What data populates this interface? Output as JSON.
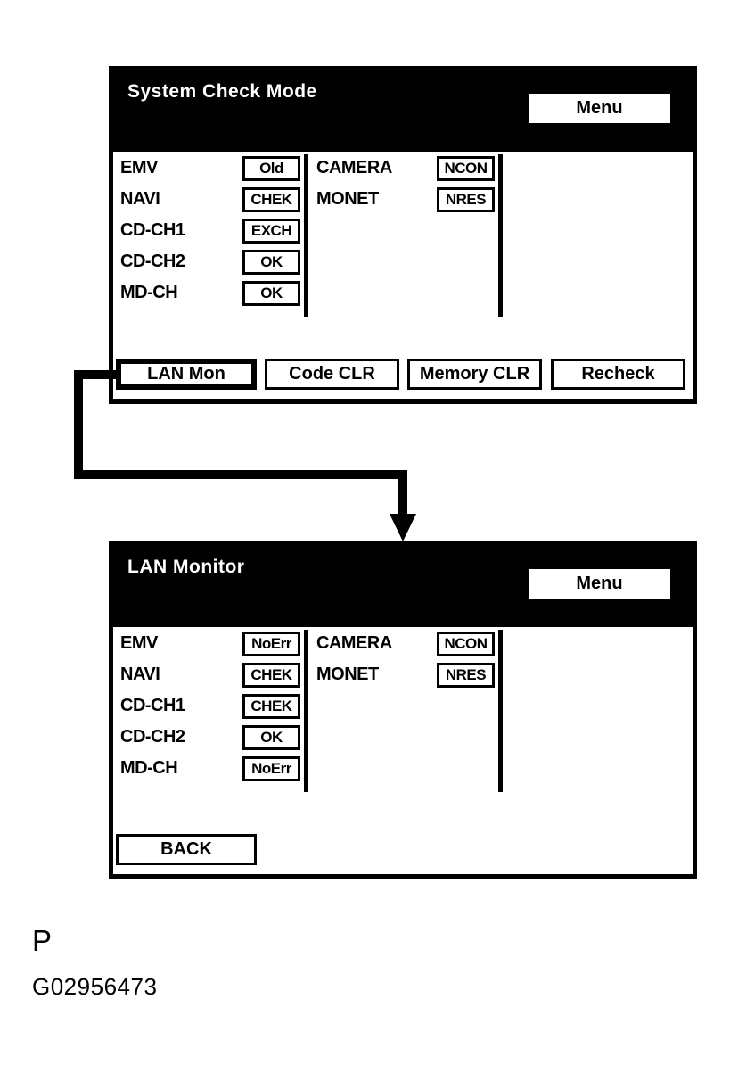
{
  "figure": {
    "letter": "P",
    "code": "G02956473"
  },
  "colors": {
    "ink": "#000000",
    "paper": "#ffffff"
  },
  "screens": [
    {
      "title": "System Check Mode",
      "menu_label": "Menu",
      "left_rows": [
        {
          "label": "EMV",
          "status": "Old"
        },
        {
          "label": "NAVI",
          "status": "CHEK"
        },
        {
          "label": "CD-CH1",
          "status": "EXCH"
        },
        {
          "label": "CD-CH2",
          "status": "OK"
        },
        {
          "label": "MD-CH",
          "status": "OK"
        }
      ],
      "right_rows": [
        {
          "label": "CAMERA",
          "status": "NCON"
        },
        {
          "label": "MONET",
          "status": "NRES"
        }
      ],
      "buttons": {
        "lan_mon": "LAN Mon",
        "code_clr": "Code CLR",
        "memory_clr": "Memory CLR",
        "recheck": "Recheck"
      }
    },
    {
      "title": "LAN Monitor",
      "menu_label": "Menu",
      "left_rows": [
        {
          "label": "EMV",
          "status": "NoErr"
        },
        {
          "label": "NAVI",
          "status": "CHEK"
        },
        {
          "label": "CD-CH1",
          "status": "CHEK"
        },
        {
          "label": "CD-CH2",
          "status": "OK"
        },
        {
          "label": "MD-CH",
          "status": "NoErr"
        }
      ],
      "right_rows": [
        {
          "label": "CAMERA",
          "status": "NCON"
        },
        {
          "label": "MONET",
          "status": "NRES"
        }
      ],
      "buttons": {
        "back": "BACK"
      }
    }
  ]
}
